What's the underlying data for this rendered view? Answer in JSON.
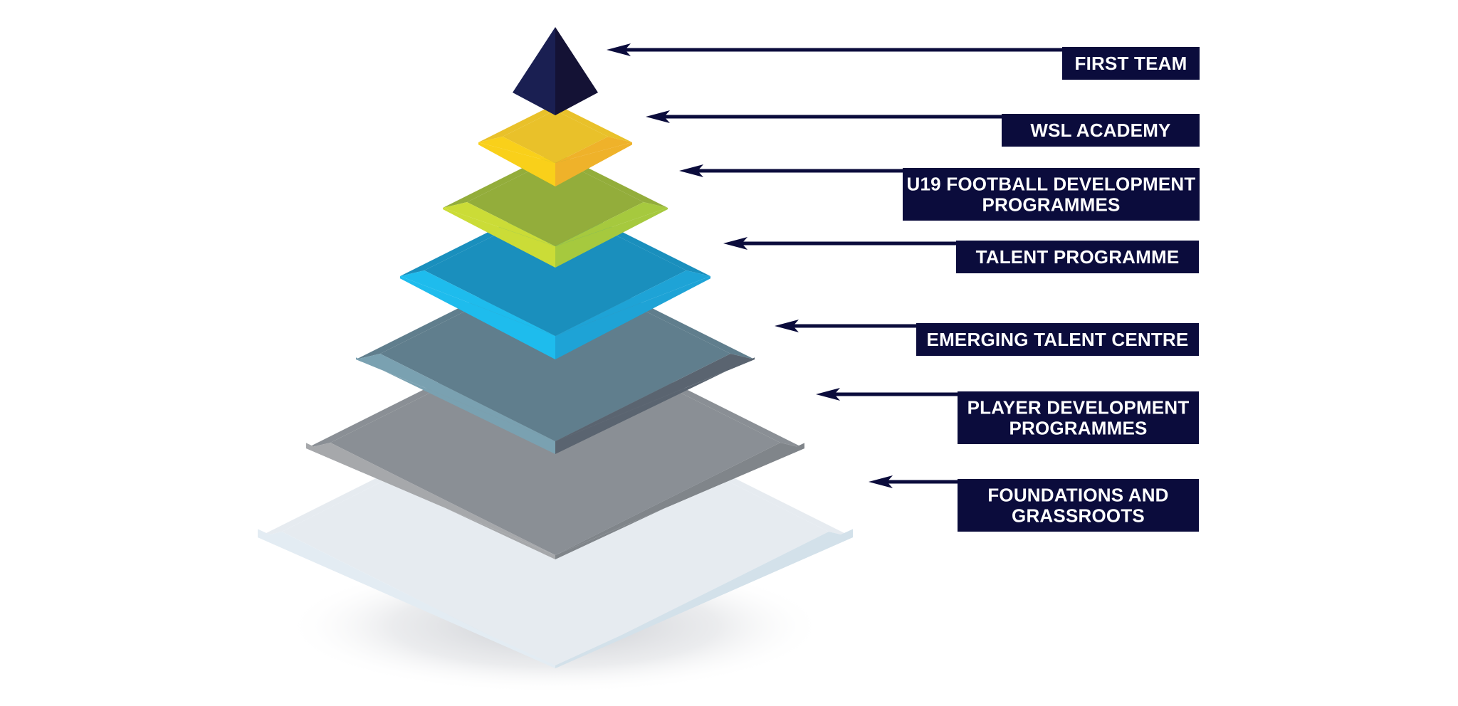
{
  "colors": {
    "label_bg": "#0b0c3c",
    "arrow": "#0b0c3c",
    "shadow": "#c9ccd2"
  },
  "tiers": [
    {
      "id": "first-team",
      "lines": [
        "FIRST TEAM"
      ],
      "left": "#1a1f52",
      "right": "#141235",
      "top": "#1a1f52"
    },
    {
      "id": "wsl-academy",
      "lines": [
        "WSL ACADEMY"
      ],
      "left": "#f9d01a",
      "right": "#efb22a",
      "top": "#e9c12a"
    },
    {
      "id": "u19",
      "lines": [
        "U19 FOOTBALL DEVELOPMENT",
        "PROGRAMMES"
      ],
      "left": "#cbdc37",
      "right": "#a6c93e",
      "top": "#93ad3b"
    },
    {
      "id": "talent-programme",
      "lines": [
        "TALENT PROGRAMME"
      ],
      "left": "#1ebced",
      "right": "#1ea3d6",
      "top": "#1a8fbd"
    },
    {
      "id": "emerging-talent-centre",
      "lines": [
        "EMERGING TALENT CENTRE"
      ],
      "left": "#7aa1b1",
      "right": "#5a6470",
      "top": "#607e8d"
    },
    {
      "id": "player-development",
      "lines": [
        "PLAYER DEVELOPMENT",
        "PROGRAMMES"
      ],
      "left": "#a6a8ab",
      "right": "#80858a",
      "top": "#8a8f95"
    },
    {
      "id": "foundations",
      "lines": [
        "FOUNDATIONS AND",
        "GRASSROOTS"
      ],
      "left": "#e3ecf3",
      "right": "#d3e1ea",
      "top": "#e6ebf0"
    }
  ]
}
